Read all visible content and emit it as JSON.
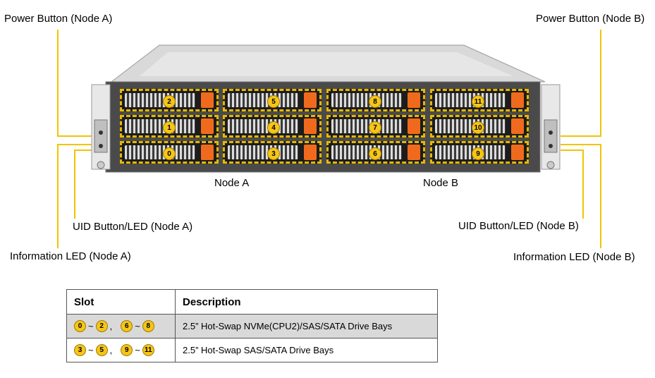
{
  "labels": {
    "power_a": "Power Button (Node A)",
    "power_b": "Power Button (Node B)",
    "node_a": "Node A",
    "node_b": "Node B",
    "uid_a": "UID Button/LED (Node A)",
    "uid_b": "UID Button/LED (Node B)",
    "info_a": "Information  LED (Node A)",
    "info_b": "Information  LED (Node B)"
  },
  "bays": [
    "0",
    "1",
    "2",
    "3",
    "4",
    "5",
    "6",
    "7",
    "8",
    "9",
    "10",
    "11"
  ],
  "table": {
    "headers": [
      "Slot",
      "Description"
    ],
    "rows": [
      {
        "range1_start": "0",
        "tilde1": "~",
        "range1_end": "2",
        "comma": ",",
        "range2_start": "6",
        "tilde2": "~",
        "range2_end": "8",
        "description": "2.5” Hot-Swap NVMe(CPU2)/SAS/SATA  Drive Bays"
      },
      {
        "range1_start": "3",
        "tilde1": "~",
        "range1_end": "5",
        "comma": ",",
        "range2_start": "9",
        "tilde2": "~",
        "range2_end": "11",
        "description": "2.5” Hot-Swap SAS/SATA  Drive Bays"
      }
    ]
  },
  "colors": {
    "callout": "#f2c400",
    "latch": "#f06a1e",
    "badge": "#f5c518",
    "row_highlight": "#d9d9d9"
  }
}
